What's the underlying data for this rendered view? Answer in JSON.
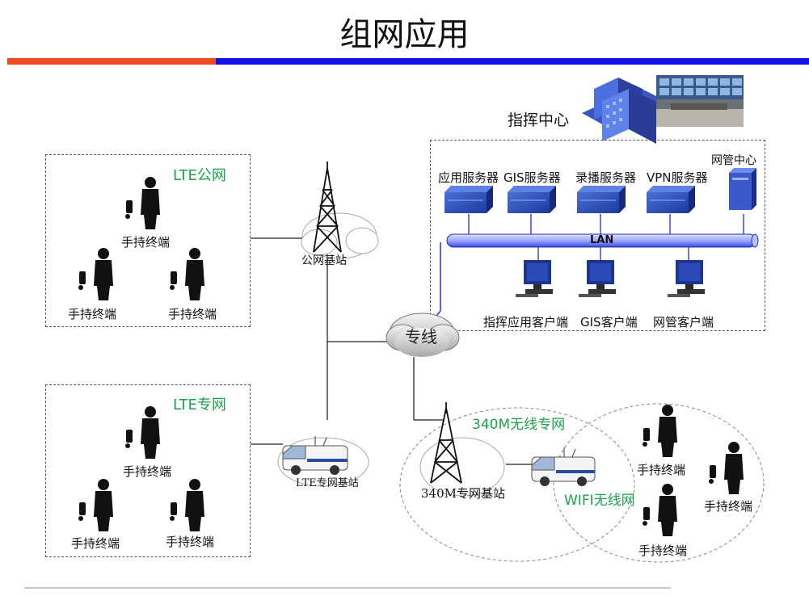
{
  "title": "组网应用",
  "command_center": "指挥中心",
  "network_mgmt_center": "网管中心",
  "servers": [
    "应用服务器",
    "GIS服务器",
    "录播服务器",
    "VPN服务器"
  ],
  "lan_label": "LAN",
  "clients": [
    "指挥应用客户端",
    "GIS客户端",
    "网管客户端"
  ],
  "private_line": "专线",
  "public_base_station": "公网基站",
  "lte_private_base_station": "LTE专网基站",
  "base_340m": "340M专网基站",
  "lte_public_group": {
    "title": "LTE公网",
    "terminals": [
      "手持终端",
      "手持终端",
      "手持终端"
    ]
  },
  "lte_private_group": {
    "title": "LTE专网",
    "terminals": [
      "手持终端",
      "手持终端",
      "手持终端"
    ]
  },
  "wireless_340m_title": "340M无线专网",
  "wifi_title": "WIFI无线网",
  "wifi_terminals": [
    "手持终端",
    "手持终端",
    "手持终端"
  ],
  "colors": {
    "accent_red": "#f04a23",
    "accent_blue": "#1010e8",
    "group_title_green": "#1aa34a",
    "lan_blue": "#2a3fd8"
  }
}
